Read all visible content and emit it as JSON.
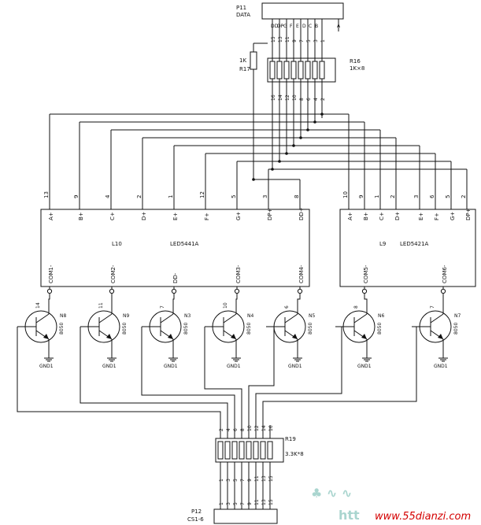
{
  "connectors": {
    "p11": {
      "ref": "P11",
      "name": "DATA",
      "pins": [
        "G",
        "F",
        "E",
        "D",
        "C",
        "B",
        "A"
      ],
      "extra_pins": [
        "DP",
        "DD"
      ]
    },
    "p12": {
      "ref": "P12",
      "name": "CS1-6"
    }
  },
  "resistor_arrays": {
    "r16": {
      "ref": "R16",
      "value": "1K×8",
      "top_pins": [
        "15",
        "13",
        "11",
        "9",
        "7",
        "5",
        "3",
        "1"
      ],
      "bottom_pins": [
        "16",
        "14",
        "12",
        "10",
        "8",
        "6",
        "4",
        "2"
      ]
    },
    "r17": {
      "ref": "R17",
      "value": "1K"
    },
    "r19": {
      "ref": "R19",
      "value": "3.3K*8",
      "top_pins": [
        "2",
        "4",
        "6",
        "8",
        "10",
        "12",
        "14",
        "16"
      ],
      "bottom_pins": [
        "1",
        "3",
        "5",
        "7",
        "9",
        "11",
        "13",
        "15"
      ]
    }
  },
  "displays": {
    "l10": {
      "ref": "L10",
      "part": "LED5441A",
      "seg_labels": [
        "A+",
        "B+",
        "C+",
        "D+",
        "E+",
        "F+",
        "G+",
        "DP+",
        "DD+"
      ],
      "seg_pins": [
        "13",
        "9",
        "4",
        "2",
        "1",
        "12",
        "5",
        "3",
        "8"
      ],
      "com_labels": [
        "COM1-",
        "COM2-",
        "DD-",
        "COM3-",
        "COM4-"
      ]
    },
    "l9": {
      "ref": "L9",
      "part": "LED5421A",
      "seg_labels": [
        "A+",
        "B+",
        "C+",
        "D+",
        "E+",
        "F+",
        "G+",
        "DP+"
      ],
      "seg_pins": [
        "10",
        "9",
        "1",
        "2",
        "3",
        "6",
        "5",
        "2"
      ],
      "com_labels": [
        "COM5-",
        "COM6-"
      ]
    }
  },
  "transistors": [
    {
      "ref": "N8",
      "base_pin": "14",
      "type": "8050",
      "gnd": "GND1"
    },
    {
      "ref": "N9",
      "base_pin": "11",
      "type": "8050",
      "gnd": "GND1"
    },
    {
      "ref": "N3",
      "base_pin": "7",
      "type": "8050",
      "gnd": "GND1"
    },
    {
      "ref": "N4",
      "base_pin": "10",
      "type": "8050",
      "gnd": "GND1"
    },
    {
      "ref": "N5",
      "base_pin": "6",
      "type": "8050",
      "gnd": "GND1"
    },
    {
      "ref": "N6",
      "base_pin": "8",
      "type": "8050",
      "gnd": "GND1"
    },
    {
      "ref": "N7",
      "base_pin": "7",
      "type": "8050",
      "gnd": "GND1"
    }
  ],
  "watermark": {
    "text": "www.55dianzi.com"
  }
}
